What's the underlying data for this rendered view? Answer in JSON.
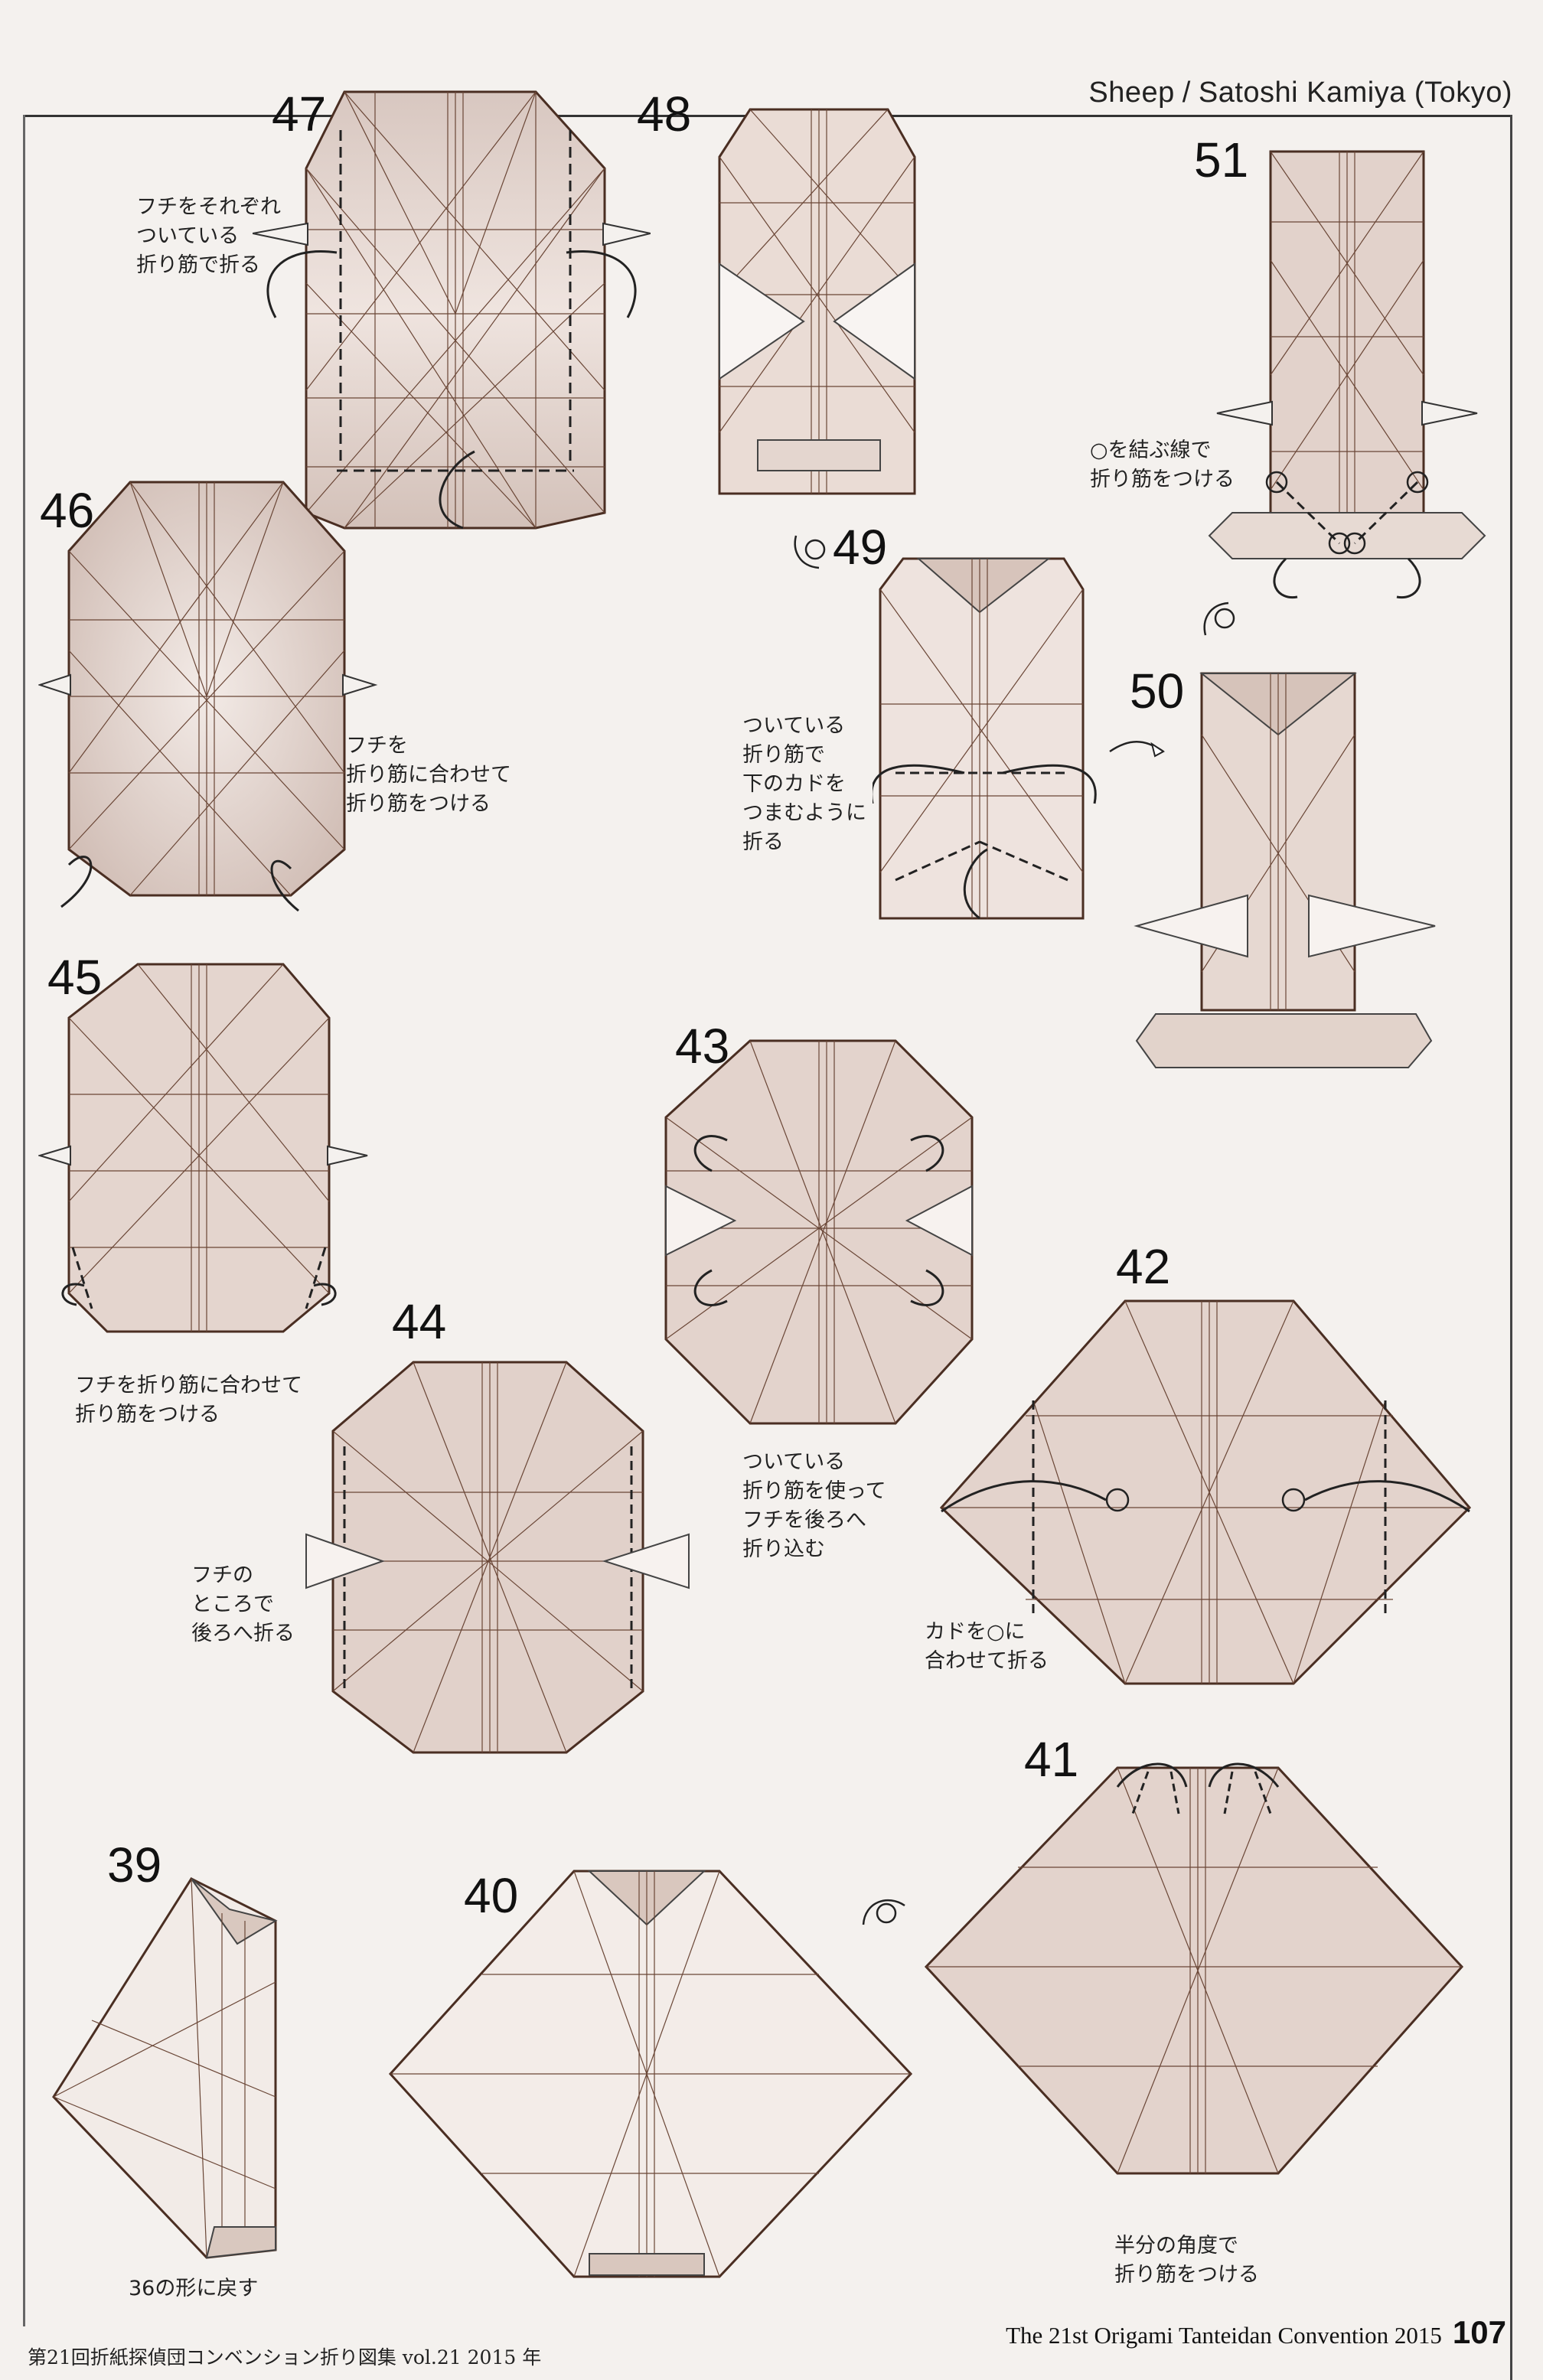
{
  "header": {
    "model": "Sheep",
    "separator": "/",
    "author": "Satoshi Kamiya (Tokyo)"
  },
  "steps": {
    "s39": "39",
    "s40": "40",
    "s41": "41",
    "s42": "42",
    "s43": "43",
    "s44": "44",
    "s45": "45",
    "s46": "46",
    "s47": "47",
    "s48": "48",
    "s49": "49",
    "s50": "50",
    "s51": "51"
  },
  "notes": {
    "n47": "フチをそれぞれ\nついている\n折り筋で折る",
    "n46": "フチを\n折り筋に合わせて\n折り筋をつける",
    "n45": "フチを折り筋に合わせて\n折り筋をつける",
    "n44": "フチの\nところで\n後ろへ折る",
    "n43": "ついている\n折り筋を使って\nフチを後ろへ\n折り込む",
    "n42": "カドを○に\n合わせて折る",
    "n41": "半分の角度で\n折り筋をつける",
    "n39": "36の形に戻す",
    "n49": "ついている\n折り筋で\n下のカドを\nつまむように\n折る",
    "n51": "○を結ぶ線で\n折り筋をつける"
  },
  "footer": {
    "convention": "The 21st Origami Tanteidan Convention 2015",
    "page_number": "107",
    "book": "第21回折紙探偵団コンベンション折り図集 vol.21 2015 年"
  },
  "colors": {
    "paper": "#d7c6bf",
    "paper_light": "#efe5e0",
    "line": "#5b3a2c",
    "arrow": "#1a1a1a",
    "page": "#f4f1ee"
  }
}
